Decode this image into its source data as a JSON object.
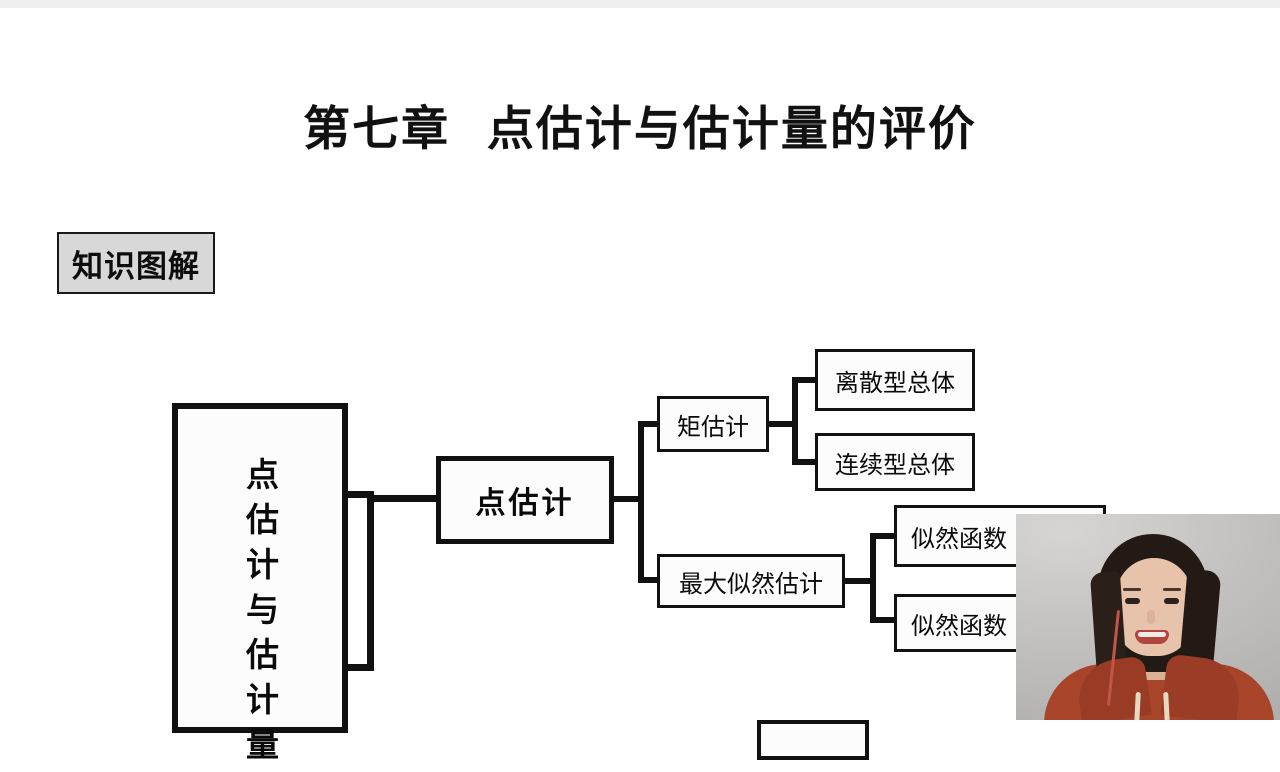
{
  "window": {
    "scrollbar": "vertical-scrollbar"
  },
  "slide": {
    "title": "第七章  点估计与估计量的评价",
    "section_tag": "知识图解"
  },
  "diagram": {
    "type": "tree",
    "root": "点估计与估计量",
    "nodes": {
      "root": "点估计与估计量",
      "point_estimation": "点估计",
      "moment_estimation": "矩估计",
      "mle": "最大似然估计",
      "discrete_population": "离散型总体",
      "continuous_population": "连续型总体",
      "likelihood_function_1": "似然函数",
      "likelihood_function_2": "似然函数",
      "bottom_clipped": ""
    },
    "edges": [
      {
        "from": "root",
        "to": "point_estimation"
      },
      {
        "from": "point_estimation",
        "to": "moment_estimation"
      },
      {
        "from": "point_estimation",
        "to": "mle"
      },
      {
        "from": "moment_estimation",
        "to": "discrete_population"
      },
      {
        "from": "moment_estimation",
        "to": "continuous_population"
      },
      {
        "from": "mle",
        "to": "likelihood_function_1"
      },
      {
        "from": "mle",
        "to": "likelihood_function_2"
      }
    ]
  },
  "webcam": {
    "label": "presenter-video-overlay"
  },
  "colors": {
    "page_background": "#ffffff",
    "ink": "#111111",
    "tag_fill": "#d8d8d8",
    "chrome_strip": "#efefef",
    "hoodie": "#a8442a"
  }
}
